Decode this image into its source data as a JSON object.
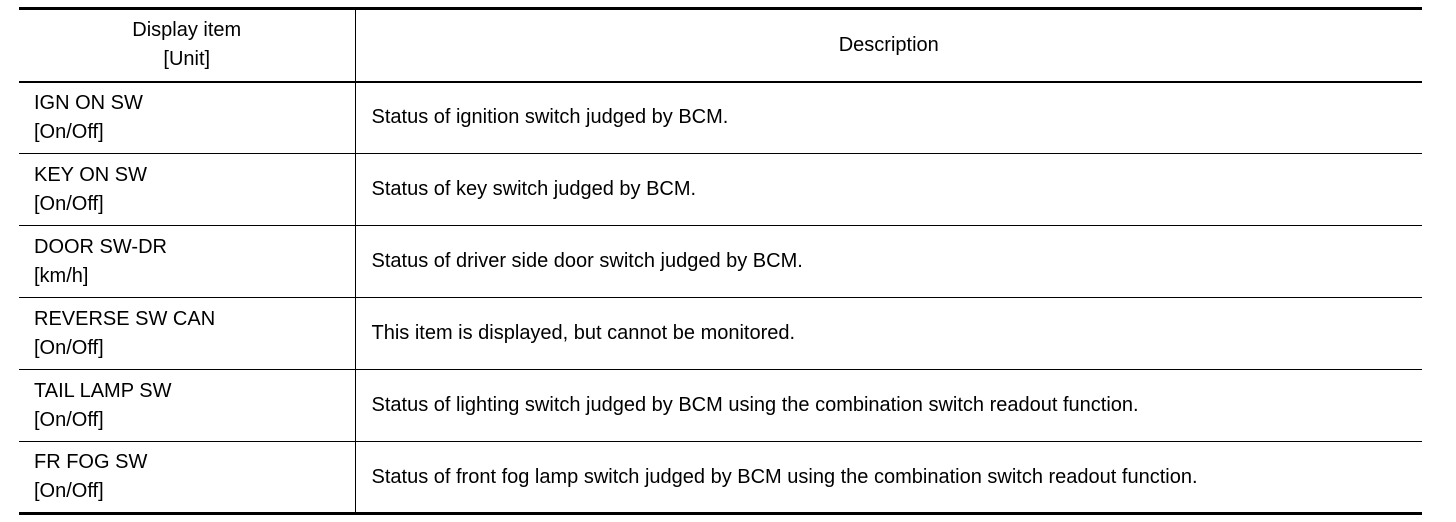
{
  "header": {
    "item_label": "Display item",
    "unit_label": "[Unit]",
    "description_label": "Description"
  },
  "rows": [
    {
      "item": "IGN ON SW",
      "unit": "[On/Off]",
      "description": "Status of ignition switch judged by BCM."
    },
    {
      "item": "KEY ON SW",
      "unit": "[On/Off]",
      "description": "Status of key switch judged by BCM."
    },
    {
      "item": "DOOR SW-DR",
      "unit": "[km/h]",
      "description": "Status of driver side door switch judged by BCM."
    },
    {
      "item": "REVERSE SW CAN",
      "unit": "[On/Off]",
      "description": "This item is displayed, but cannot be monitored."
    },
    {
      "item": "TAIL LAMP SW",
      "unit": "[On/Off]",
      "description": "Status of lighting switch judged by BCM using the combination switch readout function."
    },
    {
      "item": "FR FOG SW",
      "unit": "[On/Off]",
      "description": "Status of front fog lamp switch judged by BCM using the combination switch readout function."
    }
  ]
}
